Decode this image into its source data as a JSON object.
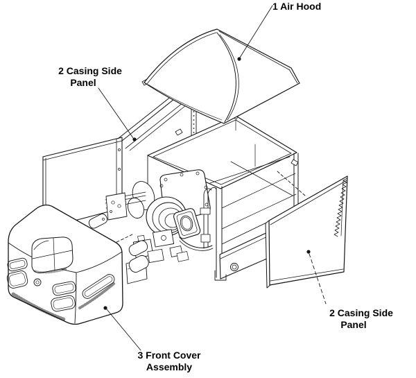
{
  "figure": {
    "kind": "exploded-parts-diagram",
    "description": "Exploded isometric line drawing of a burner and boiler casing assembly",
    "background_color": "#ffffff",
    "line_color": "#141414",
    "label_color": "#000000"
  },
  "callouts": [
    {
      "part_number": "1",
      "part_name": "Air Hood",
      "line1": "1 Air Hood"
    },
    {
      "part_number": "2",
      "part_name": "Casing Side Panel",
      "line1": "2 Casing Side",
      "line2": "Panel"
    },
    {
      "part_number": "2",
      "part_name": "Casing Side Panel",
      "line1": "2 Casing Side",
      "line2": "Panel"
    },
    {
      "part_number": "3",
      "part_name": "Front Cover Assembly",
      "line1": "3 Front Cover",
      "line2": "Assembly"
    }
  ]
}
